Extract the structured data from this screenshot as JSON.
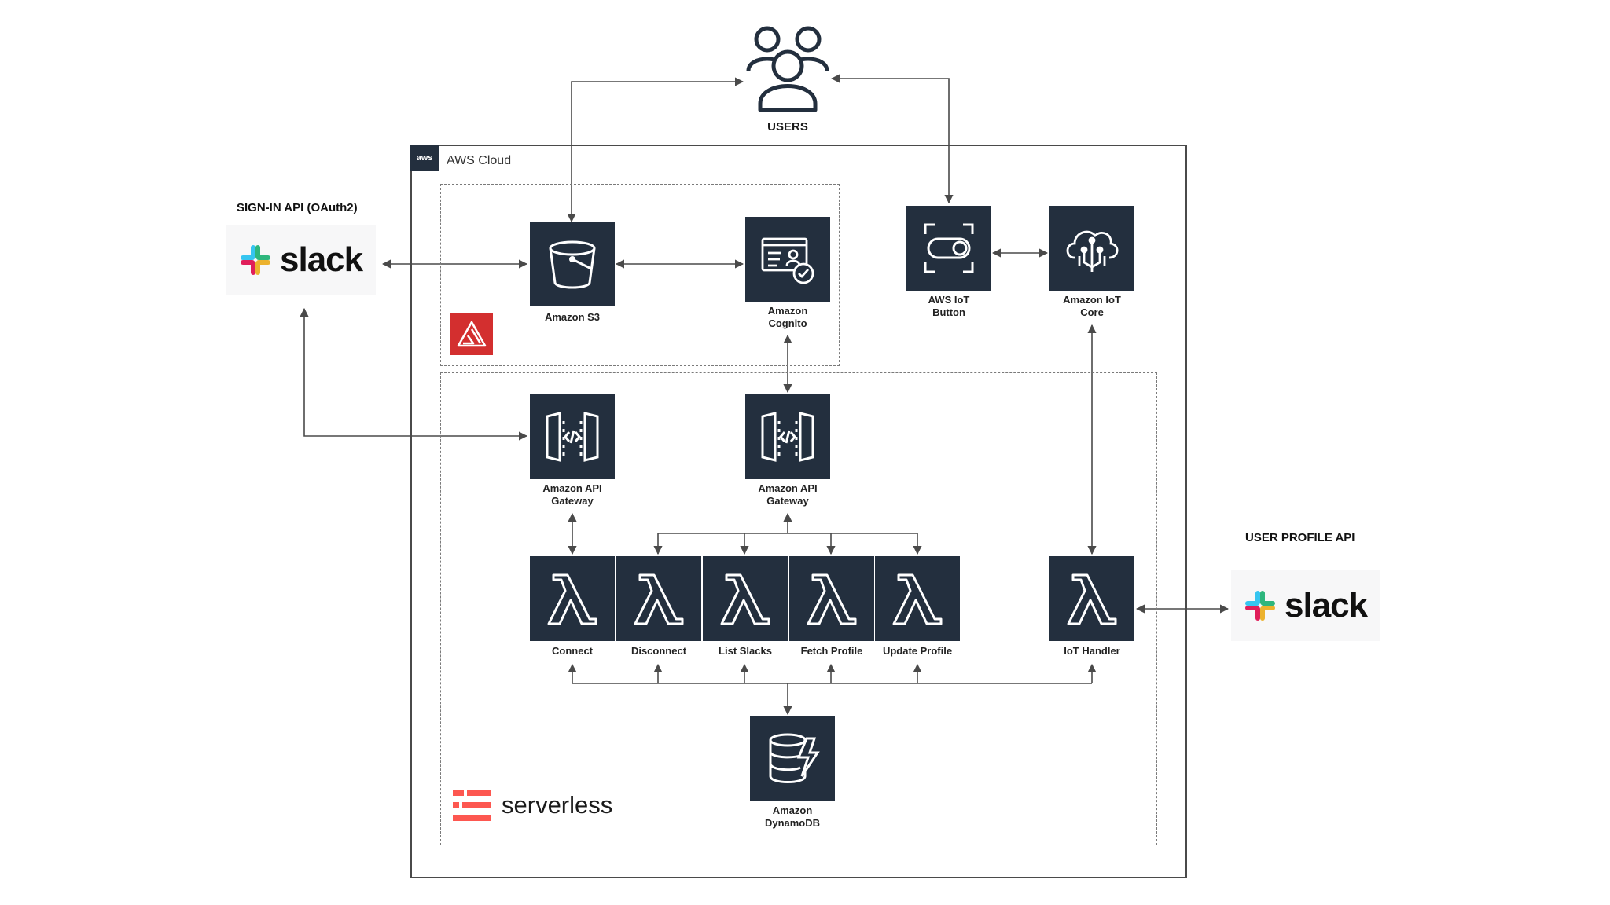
{
  "users": {
    "label": "USERS",
    "icon": "users-icon"
  },
  "aws_cloud": {
    "label": "AWS Cloud",
    "badge": "aws"
  },
  "external": {
    "signin": {
      "title": "SIGN-IN API (OAuth2)",
      "logo_text": "slack"
    },
    "profile": {
      "title": "USER PROFILE API",
      "logo_text": "slack"
    }
  },
  "nodes": {
    "s3": "Amazon S3",
    "cognito_l1": "Amazon",
    "cognito_l2": "Cognito",
    "iot_button_l1": "AWS IoT",
    "iot_button_l2": "Button",
    "iot_core_l1": "Amazon IoT",
    "iot_core_l2": "Core",
    "apigw1_l1": "Amazon API",
    "apigw1_l2": "Gateway",
    "apigw2_l1": "Amazon API",
    "apigw2_l2": "Gateway",
    "connect": "Connect",
    "disconnect": "Disconnect",
    "list_slacks": "List Slacks",
    "fetch_profile": "Fetch Profile",
    "update_profile": "Update Profile",
    "iot_handler": "IoT Handler",
    "dynamo_l1": "Amazon",
    "dynamo_l2": "DynamoDB"
  },
  "serverless": {
    "label": "serverless"
  },
  "colors": {
    "node_bg": "#232f3e",
    "line": "#4a4a4a",
    "amplify": "#d32f2f",
    "serverless": "#fd5750"
  }
}
